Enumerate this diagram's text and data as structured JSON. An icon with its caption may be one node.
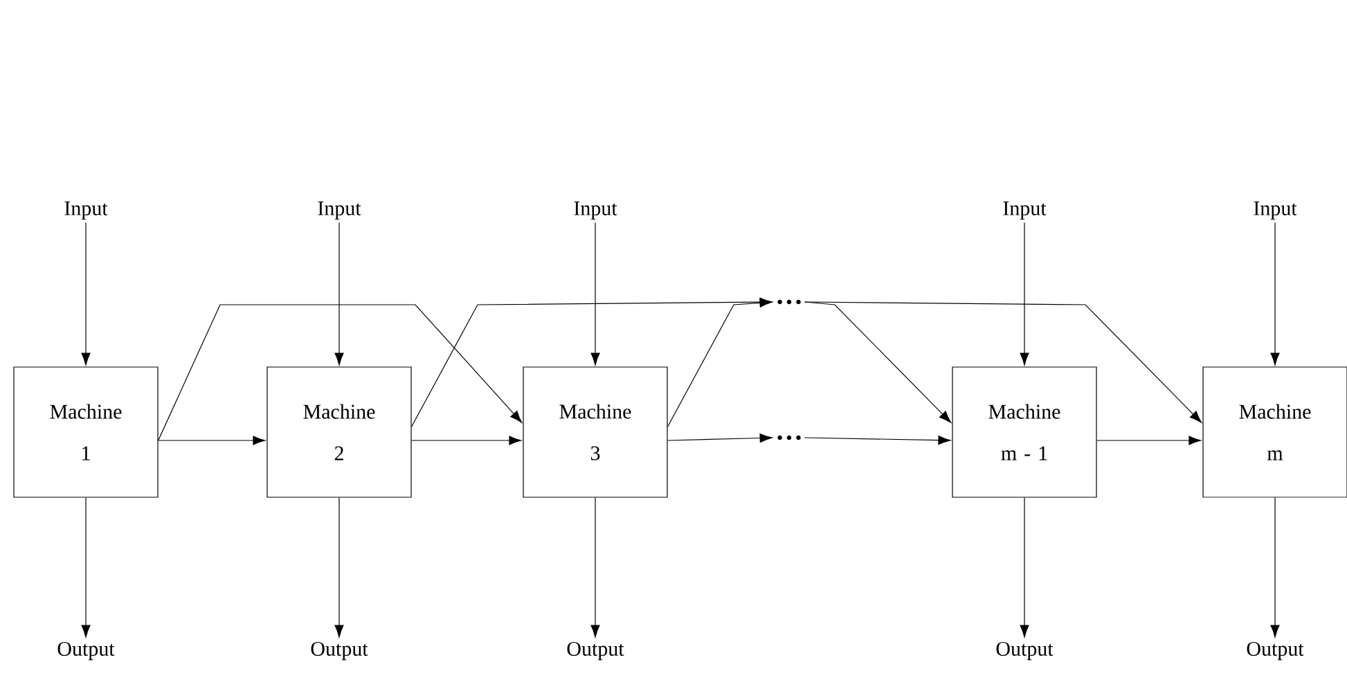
{
  "diagram": {
    "nodes": [
      {
        "text": [
          "Machine 1"
        ]
      },
      {
        "text": [
          "Machine 2"
        ]
      },
      {
        "text": [
          "Machine 3"
        ]
      },
      {
        "text": [
          "Machine m - 1"
        ]
      },
      {
        "text": [
          "Machine m"
        ]
      },
      {
        "text": [
          "Input"
        ]
      },
      {
        "text": [
          "Input"
        ]
      },
      {
        "text": [
          "Input"
        ]
      },
      {
        "text": [
          "Input"
        ]
      },
      {
        "text": [
          "Input"
        ]
      },
      {
        "text": [
          "Output"
        ]
      },
      {
        "text": [
          "Output"
        ]
      },
      {
        "text": [
          "Output"
        ]
      },
      {
        "text": [
          "Output"
        ]
      },
      {
        "text": [
          "Output"
        ]
      },
      {
        "text": [
          "…"
        ]
      },
      {
        "text": [
          "…"
        ]
      }
    ],
    "edges": [
      {
        "from": 5,
        "to": 0,
        "arrow": "to"
      },
      {
        "from": 6,
        "to": 1,
        "arrow": "to"
      },
      {
        "from": 7,
        "to": 2,
        "arrow": "to"
      },
      {
        "from": 8,
        "to": 3,
        "arrow": "to"
      },
      {
        "from": 9,
        "to": 4,
        "arrow": "to"
      },
      {
        "from": 0,
        "to": 10,
        "arrow": "to"
      },
      {
        "from": 1,
        "to": 11,
        "arrow": "to"
      },
      {
        "from": 2,
        "to": 12,
        "arrow": "to"
      },
      {
        "from": 3,
        "to": 13,
        "arrow": "to"
      },
      {
        "from": 4,
        "to": 14,
        "arrow": "to"
      },
      {
        "from": 0,
        "to": 1,
        "arrow": "to"
      },
      {
        "from": 0,
        "to": 2,
        "arrow": "to"
      },
      {
        "from": 1,
        "to": 2,
        "arrow": "to"
      },
      {
        "from": 1,
        "to": 15,
        "arrow": "to"
      },
      {
        "from": 2,
        "to": 15,
        "arrow": "to"
      },
      {
        "from": 2,
        "to": 16,
        "arrow": "to"
      },
      {
        "from": 16,
        "to": 3,
        "arrow": "to"
      },
      {
        "from": 15,
        "to": 3,
        "arrow": "to"
      },
      {
        "from": 15,
        "to": 4,
        "arrow": "to"
      },
      {
        "from": 3,
        "to": 4,
        "arrow": "to"
      }
    ]
  }
}
